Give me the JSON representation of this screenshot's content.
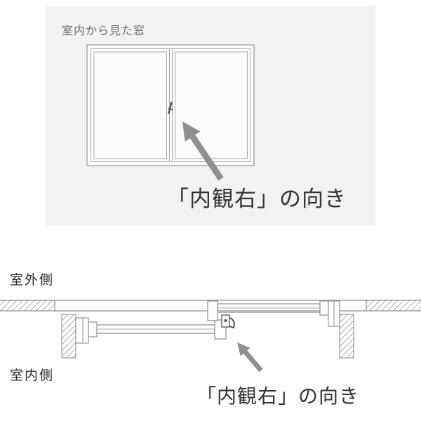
{
  "interior_view": {
    "title": "室内から見た窓",
    "caption": "「内観右」の向き"
  },
  "section_view": {
    "outdoor_label": "室外側",
    "indoor_label": "室内側",
    "caption": "「内観右」の向き"
  },
  "colors": {
    "panel_bg": "#f2f2f0",
    "frame_line": "#a8a8a8",
    "section_line": "#8f8f8f",
    "arrow": "#909090",
    "label_gray": "#6f6f6f",
    "text_dark": "#333333"
  }
}
